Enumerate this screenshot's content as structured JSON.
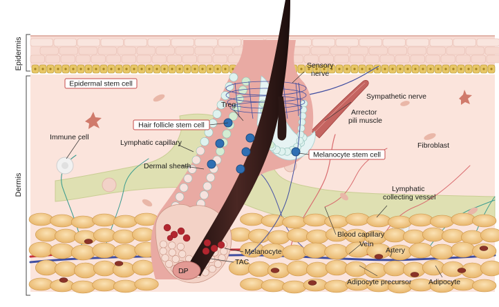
{
  "layers": {
    "epidermis": "Epidermis",
    "dermis": "Dermis"
  },
  "labels": {
    "epidermal_stem_cell": "Epidermal stem cell",
    "sensory_nerve_1": "Sensory",
    "sensory_nerve_2": "nerve",
    "sympathetic_nerve": "Sympathetic nerve",
    "treg": "Treg",
    "hair_follicle_stem_cell": "Hair follicle stem cell",
    "arrector_1": "Arrector",
    "arrector_2": "pili muscle",
    "immune_cell": "Immune cell",
    "lymphatic_capillary": "Lymphatic capillary",
    "fibroblast": "Fibroblast",
    "dermal_sheath": "Dermal sheath",
    "melanocyte_stem_cell": "Melanocyte stem cell",
    "lymphatic_collecting_1": "Lymphatic",
    "lymphatic_collecting_2": "collecting vessel",
    "blood_capillary": "Blood capillary",
    "vein": "Vein",
    "melanocyte": "Melanocyte",
    "artery": "Artery",
    "tac": "TAC",
    "dp": "DP",
    "adipocyte_precursor": "Adipocyte precursor",
    "adipocyte": "Adipocyte"
  },
  "colors": {
    "background": "#ffffff",
    "dermis": "#fbe3dc",
    "epidermis": "#f7dcd4",
    "basal_layer": "#e8c766",
    "hair": "#2b1715",
    "follicle": "#e7a6a0",
    "lymphatic": "#d9dca8",
    "fat": "#f0c47c",
    "vessel_red": "#c8323c",
    "vessel_blue": "#3f4da0",
    "stem_cell": "#2f6fb3",
    "label_border": "#c44a4a"
  }
}
